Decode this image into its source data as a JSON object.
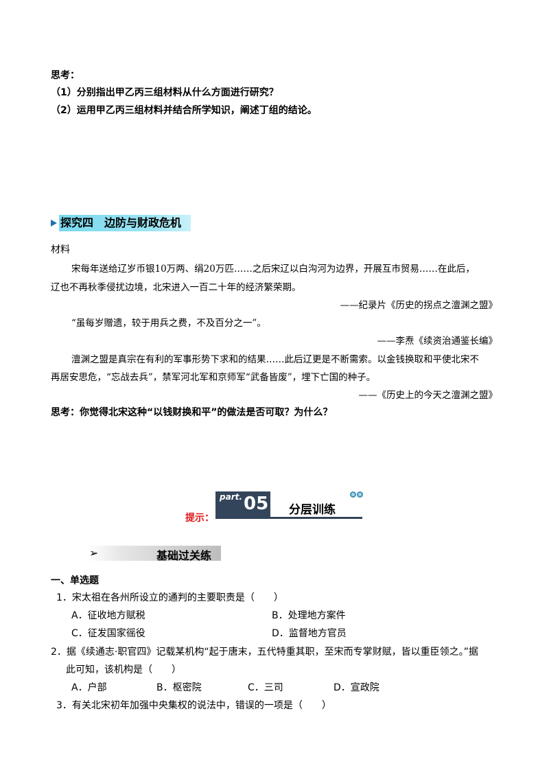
{
  "think1": {
    "title": "思考：",
    "q1": "（1）分别指出甲乙丙三组材料从什么方面进行研究？",
    "q2": "（2）运用甲乙丙三组材料并结合所学知识，阐述丁组的结论。"
  },
  "section4": {
    "heading": "探究四　边防与财政危机",
    "material_label": "材料",
    "p1_line1": "宋每年送给辽岁币银10万两、绢20万匹……之后宋辽以白沟河为边界，开展互市贸易……在此后，",
    "p1_line2": "辽也不再秋季侵扰边境，北宋进入一百二十年的经济繁荣期。",
    "src1": "——纪录片《历史的拐点之澶渊之盟》",
    "p2": "“虽每岁赠遗，较于用兵之费，不及百分之一”。",
    "src2": "——李焘《续资治通鉴长编》",
    "p3_line1": "澶渊之盟是真宗在有利的军事形势下求和的结果……此后辽更是不断需索。以金钱换取和平使北宋不",
    "p3_line2": "再居安思危，“忘战去兵”，禁军河北军和京师军“武备皆废”，埋下亡国的种子。",
    "src3": "——《历史上的今天之澶渊之盟》",
    "think": "思考：你觉得北宋这种“以钱财换和平”的做法是否可取？为什么？"
  },
  "banner": {
    "tip": "提示：",
    "part_label": "part.",
    "part_number": "05",
    "title": "分层训练",
    "color": "#33455a"
  },
  "basic": {
    "arrow": "➢",
    "title": "基础过关练"
  },
  "questions": {
    "section_title": "一、单选题",
    "q1": {
      "stem": "1．宋太祖在各州所设立的通判的主要职责是（　　）",
      "A": "A．征收地方赋税",
      "B": "B．处理地方案件",
      "C": "C．征发国家徭役",
      "D": "D．监督地方官员"
    },
    "q2": {
      "stem_line1": "2．据《续通志·职官四》记载某机构“起于唐末，五代特重其职，至宋而专掌财赋，皆以重臣领之。”据",
      "stem_line2": "此可知，该机构是（　　）",
      "A": "A．户部",
      "B": "B．枢密院",
      "C": "C．三司",
      "D": "D．宣政院"
    },
    "q3": {
      "stem": "3．有关北宋初年加强中央集权的说法中，错误的一项是（　　）"
    }
  }
}
